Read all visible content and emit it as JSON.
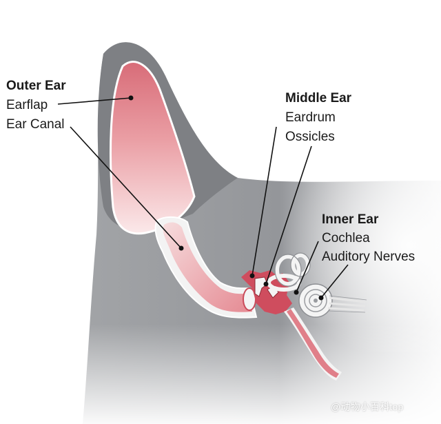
{
  "labels": {
    "outer_ear": {
      "heading": "Outer Ear",
      "parts": [
        "Earflap",
        "Ear Canal"
      ]
    },
    "middle_ear": {
      "heading": "Middle Ear",
      "parts": [
        "Eardrum",
        "Ossicles"
      ]
    },
    "inner_ear": {
      "heading": "Inner Ear",
      "parts": [
        "Cochlea",
        "Auditory Nerves"
      ]
    }
  },
  "watermark": "@动物小百科top",
  "colors": {
    "skin_gray": "#8f9194",
    "skin_dark": "#7c7e82",
    "earflap_pink": "#d6737e",
    "canal_pink": "#e69aa0",
    "middle_red": "#c94a59",
    "inner_white": "#f2f2f2",
    "leader_line": "#111111"
  }
}
